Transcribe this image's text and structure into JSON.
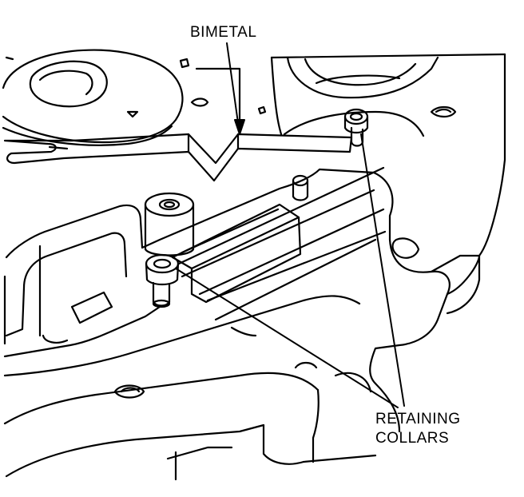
{
  "title": "",
  "labels": {
    "bimetal": "BIMETAL",
    "retaining": "RETAINING",
    "collars": "COLLARS"
  },
  "colors": {
    "ink": "#000000",
    "paper": "#ffffff"
  }
}
